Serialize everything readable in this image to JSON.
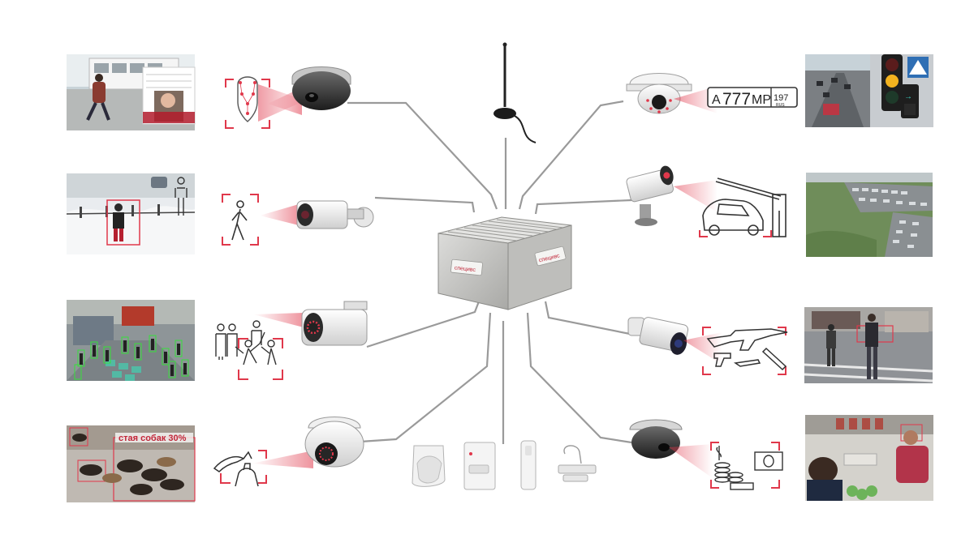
{
  "hub": {
    "brand_left": "специвс",
    "brand_right": "специвс"
  },
  "plate": {
    "letters_left": "А",
    "digits": "777",
    "letters_right": "МР",
    "region": "197",
    "country": "RUS"
  },
  "dogs_panel": {
    "label": "стая собак 30%"
  },
  "colors": {
    "accent": "#e0384b",
    "line": "#9a9a9a",
    "hub": "#c9c9c7",
    "icon": "#333333"
  }
}
